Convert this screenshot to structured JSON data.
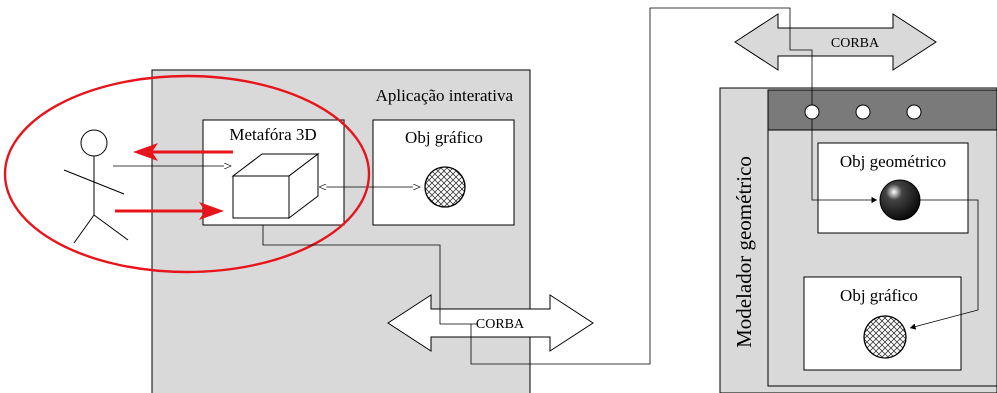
{
  "application": {
    "title": "Aplicação interativa"
  },
  "metaphor": {
    "label": "Metafóra 3D"
  },
  "app_graphic_object": {
    "label": "Obj gráfico"
  },
  "corba_bottom": {
    "label": "CORBA"
  },
  "corba_top": {
    "label": "CORBA"
  },
  "modeler": {
    "title": "Modelador geométrico",
    "geometric_object_label": "Obj geométrico",
    "graphic_object_label": "Obj gráfico"
  },
  "colors": {
    "panel_gray": "#d9d9d9",
    "modeler_bar": "#7a7a7a",
    "highlight_red": "#e8141c"
  }
}
